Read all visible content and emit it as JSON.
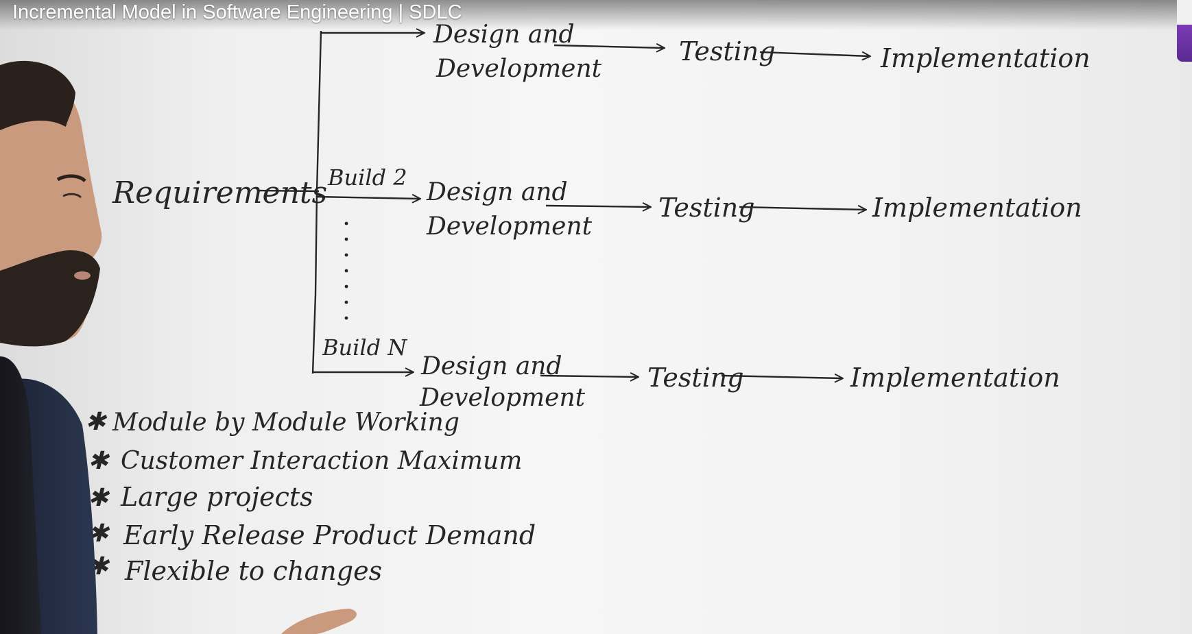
{
  "video": {
    "title": "Incremental Model in Software Engineering | SDLC"
  },
  "whiteboard": {
    "requirements": "Requirements",
    "builds": [
      {
        "label": "",
        "design": [
          "Design and",
          "Development"
        ],
        "testing": "Testing",
        "implementation": "Implementation"
      },
      {
        "label": "Build 2",
        "design": [
          "Design and",
          "Development"
        ],
        "testing": "Testing",
        "implementation": "Implementation"
      },
      {
        "label": "Build N",
        "design": [
          "Design and",
          "Development"
        ],
        "testing": "Testing",
        "implementation": "Implementation"
      }
    ],
    "points": [
      "Module by Module Working",
      "Customer Interaction Maximum",
      "Large projects",
      "Early Release Product Demand",
      "Flexible to changes"
    ]
  }
}
